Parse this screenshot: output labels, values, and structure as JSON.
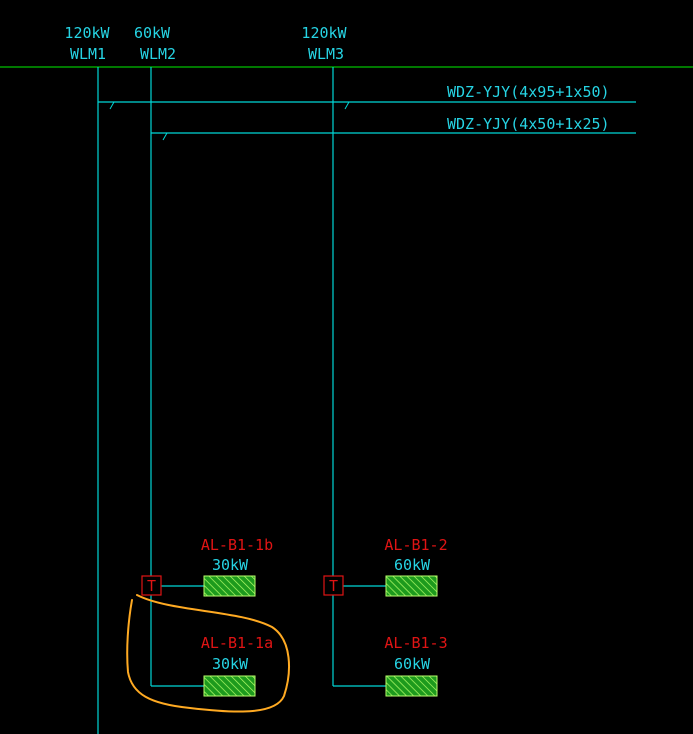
{
  "colors": {
    "background": "#000000",
    "line": "#00d6d6",
    "bus_line": "#00c000",
    "label_cyan": "#26d4e4",
    "label_red": "#e01414",
    "box_fill": "#1d9a1d",
    "hatch": "#b6ff6a",
    "marker": "#e01414",
    "highlight": "#ffaa22"
  },
  "feeders": [
    {
      "id": "wlm1",
      "load": "120kW",
      "name": "WLM1"
    },
    {
      "id": "wlm2",
      "load": "60kW",
      "name": "WLM2"
    },
    {
      "id": "wlm3",
      "load": "120kW",
      "name": "WLM3"
    }
  ],
  "cables": [
    {
      "label": "WDZ-YJY(4x95+1x50)"
    },
    {
      "label": "WDZ-YJY(4x50+1x25)"
    }
  ],
  "tap_markers": [
    {
      "symbol": "T"
    },
    {
      "symbol": "T"
    }
  ],
  "panels": [
    {
      "id": "al-b1-1b",
      "name": "AL-B1-1b",
      "load": "30kW"
    },
    {
      "id": "al-b1-1a",
      "name": "AL-B1-1a",
      "load": "30kW"
    },
    {
      "id": "al-b1-2",
      "name": "AL-B1-2",
      "load": "60kW"
    },
    {
      "id": "al-b1-3",
      "name": "AL-B1-3",
      "load": "60kW"
    }
  ]
}
